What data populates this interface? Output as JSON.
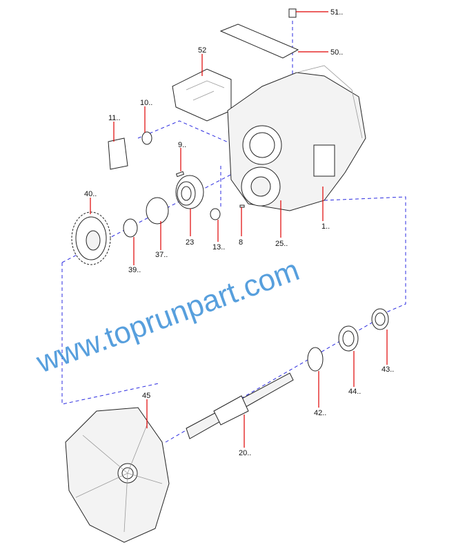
{
  "watermark": "www.toprunpart.com",
  "callouts": [
    {
      "id": "51",
      "label": "51.."
    },
    {
      "id": "50",
      "label": "50.."
    },
    {
      "id": "52",
      "label": "52"
    },
    {
      "id": "10",
      "label": "10.."
    },
    {
      "id": "11",
      "label": "11.."
    },
    {
      "id": "9",
      "label": "9.."
    },
    {
      "id": "40",
      "label": "40.."
    },
    {
      "id": "39",
      "label": "39.."
    },
    {
      "id": "37",
      "label": "37.."
    },
    {
      "id": "23",
      "label": "23"
    },
    {
      "id": "13",
      "label": "13.."
    },
    {
      "id": "8",
      "label": "8"
    },
    {
      "id": "25",
      "label": "25.."
    },
    {
      "id": "1",
      "label": "1.."
    },
    {
      "id": "45",
      "label": "45"
    },
    {
      "id": "20",
      "label": "20.."
    },
    {
      "id": "42",
      "label": "42.."
    },
    {
      "id": "44",
      "label": "44.."
    },
    {
      "id": "43",
      "label": "43.."
    }
  ]
}
